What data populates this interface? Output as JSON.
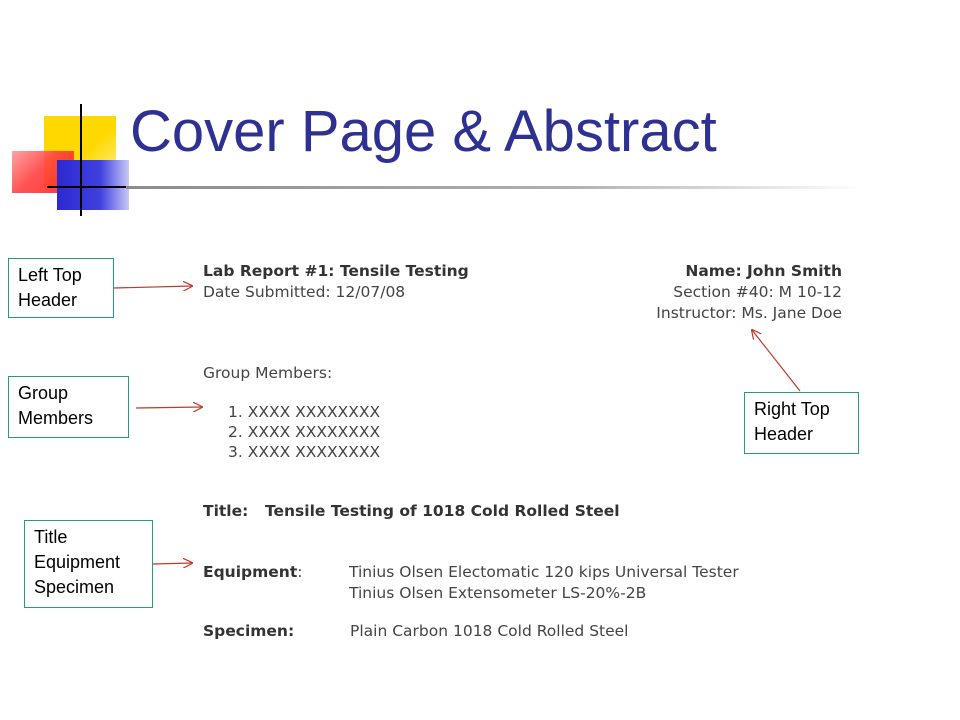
{
  "slide": {
    "title": "Cover Page & Abstract"
  },
  "callouts": {
    "left_top_header": [
      "Left Top",
      "Header"
    ],
    "group_members": [
      "Group",
      "Members"
    ],
    "title_equipment_specimen": [
      "Title",
      "Equipment",
      "Specimen"
    ],
    "right_top_header": [
      "Right Top",
      "Header"
    ]
  },
  "report": {
    "left_header": {
      "lab_report": "Lab Report #1: Tensile Testing",
      "date_submitted": "Date Submitted: 12/07/08"
    },
    "right_header": {
      "name": "Name: John Smith",
      "section": "Section #40: M 10-12",
      "instructor": "Instructor: Ms. Jane Doe"
    },
    "group_members_label": "Group Members:",
    "group_members": [
      "1.  XXXX XXXXXXXX",
      "2.  XXXX XXXXXXXX",
      "3.  XXXX XXXXXXXX"
    ],
    "title_label": "Title:",
    "title_value": "Tensile Testing of 1018 Cold Rolled Steel",
    "equipment_label": "Equipment",
    "equipment_colon": ":",
    "equipment": [
      "Tinius Olsen Electomatic 120 kips Universal Tester",
      "Tinius Olsen Extensometer LS-20%-2B"
    ],
    "specimen_label": "Specimen:",
    "specimen_value": "Plain Carbon 1018 Cold Rolled Steel"
  },
  "colors": {
    "title": "#2e3192",
    "callout_border": "#2a9d6e",
    "arrow": "#c0392b",
    "yellow": "#ffd800",
    "red": "#ff3030",
    "blue": "#3333cc"
  }
}
